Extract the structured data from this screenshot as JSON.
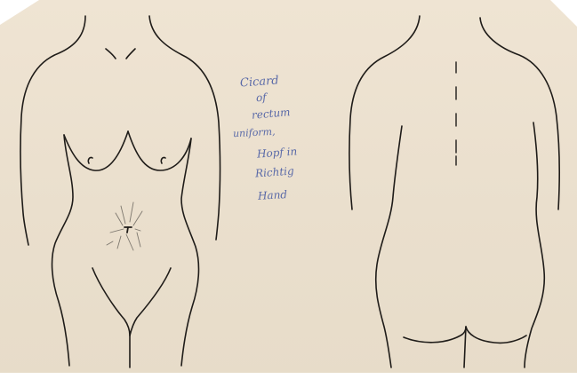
{
  "document": {
    "type": "body diagram sheet",
    "handwritten_note": {
      "lines": [
        "Cicard",
        "of",
        "rectum",
        "uniform,",
        "Hopf in",
        "Richtig",
        "Hand"
      ]
    }
  },
  "colors": {
    "paper": "#eadfcd",
    "ink_outline": "#1f1c19",
    "ink_note": "#5a6aa8",
    "pencil_mark": "#7d776e"
  },
  "figures": [
    {
      "name": "body-front-outline",
      "view": "front"
    },
    {
      "name": "body-back-outline",
      "view": "back"
    }
  ],
  "marks": [
    {
      "name": "abdominal-scar-mark",
      "view": "front"
    },
    {
      "name": "spine-dashed-line",
      "view": "back"
    }
  ]
}
